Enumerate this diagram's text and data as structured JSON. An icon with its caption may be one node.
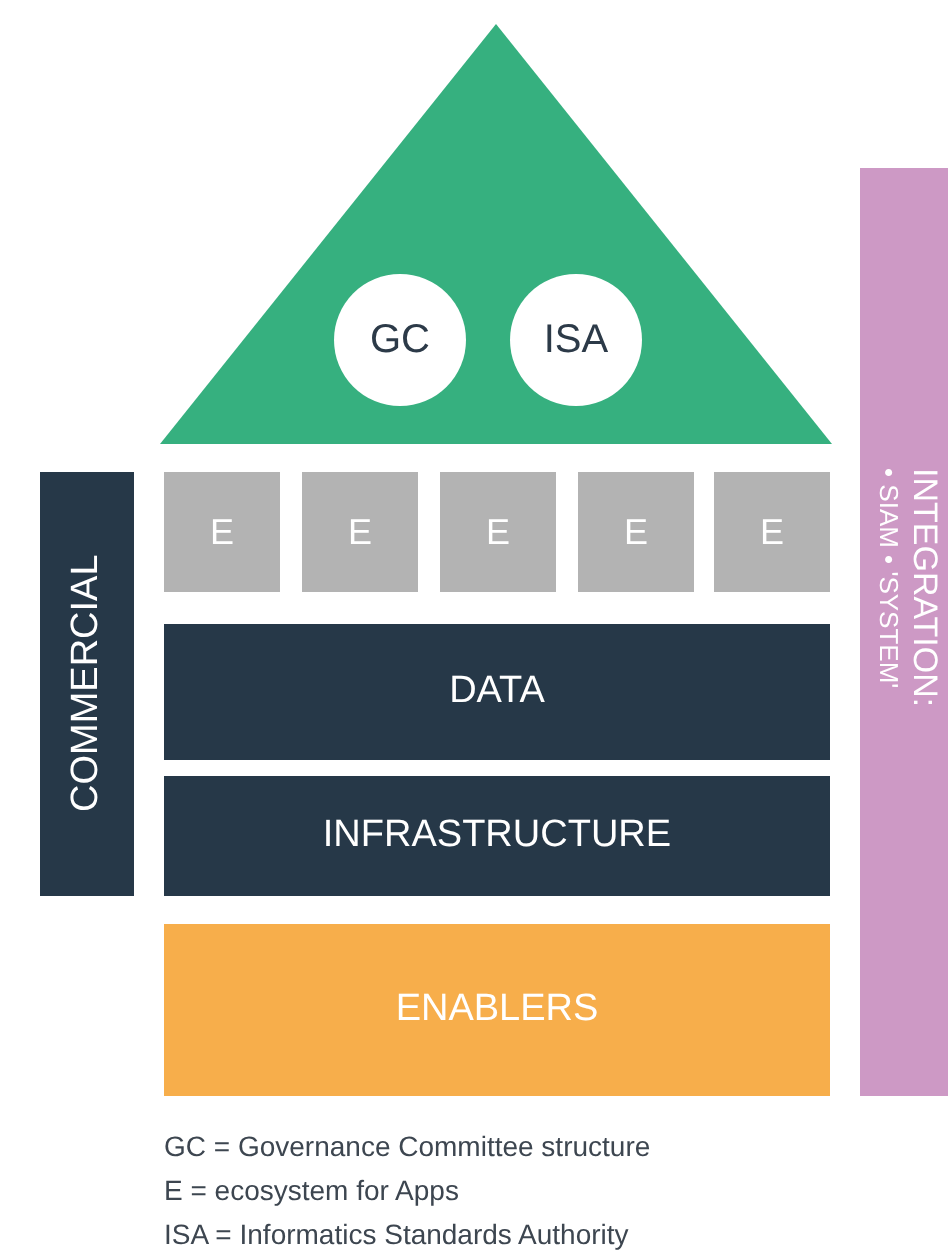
{
  "diagram": {
    "nodes": [
      {
        "text": [],
        "shape": "triangle"
      },
      {
        "text": [
          "GC"
        ],
        "in": 0
      },
      {
        "text": [
          "ISA"
        ],
        "in": 0
      },
      {
        "text": [
          "E"
        ]
      },
      {
        "text": [
          "E"
        ]
      },
      {
        "text": [
          "E"
        ]
      },
      {
        "text": [
          "E"
        ]
      },
      {
        "text": [
          "E"
        ]
      },
      {
        "text": [
          "COMMERCIAL"
        ]
      },
      {
        "text": [
          "DATA"
        ]
      },
      {
        "text": [
          "INFRASTRUCTURE"
        ]
      },
      {
        "text": [
          "ENABLERS"
        ]
      },
      {
        "text": [
          "INTEGRATION:",
          "• SIAM • 'SYSTEM'"
        ]
      }
    ],
    "labels": [
      "GC = Governance Committee structure",
      "E = ecosystem for Apps",
      "ISA = Informatics Standards Authority"
    ]
  }
}
